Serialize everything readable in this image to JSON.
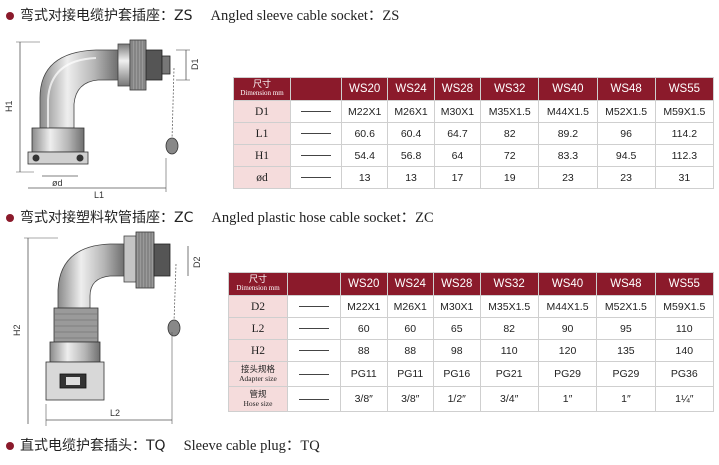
{
  "sections": [
    {
      "zh": "弯式对接电缆护套插座：ZS",
      "en": "Angled sleeve cable socket：ZS"
    },
    {
      "zh": "弯式对接塑料软管插座：ZC",
      "en": "Angled plastic hose cable socket：ZC"
    },
    {
      "zh": "直式电缆护套插头：TQ",
      "en": "Sleeve cable plug：TQ"
    }
  ],
  "drawing1": {
    "labels": {
      "h1": "H1",
      "d1": "D1",
      "phi_d": "ød",
      "l1": "L1"
    }
  },
  "drawing2": {
    "labels": {
      "h2": "H2",
      "d2": "D2",
      "l2": "L2"
    }
  },
  "table1": {
    "corner_zh": "尺寸",
    "corner_en": "Dimension mm",
    "headers": [
      "WS20",
      "WS24",
      "WS28",
      "WS32",
      "WS40",
      "WS48",
      "WS55"
    ],
    "rows": [
      {
        "label": "D1",
        "values": [
          "M22X1",
          "M26X1",
          "M30X1",
          "M35X1.5",
          "M44X1.5",
          "M52X1.5",
          "M59X1.5"
        ]
      },
      {
        "label": "L1",
        "values": [
          "60.6",
          "60.4",
          "64.7",
          "82",
          "89.2",
          "96",
          "114.2"
        ]
      },
      {
        "label": "H1",
        "values": [
          "54.4",
          "56.8",
          "64",
          "72",
          "83.3",
          "94.5",
          "112.3"
        ]
      },
      {
        "label": "ød",
        "values": [
          "13",
          "13",
          "17",
          "19",
          "23",
          "23",
          "31"
        ]
      }
    ]
  },
  "table2": {
    "corner_zh": "尺寸",
    "corner_en": "Dimension mm",
    "headers": [
      "WS20",
      "WS24",
      "WS28",
      "WS32",
      "WS40",
      "WS48",
      "WS55"
    ],
    "rows": [
      {
        "label": "D2",
        "values": [
          "M22X1",
          "M26X1",
          "M30X1",
          "M35X1.5",
          "M44X1.5",
          "M52X1.5",
          "M59X1.5"
        ]
      },
      {
        "label": "L2",
        "values": [
          "60",
          "60",
          "65",
          "82",
          "90",
          "95",
          "110"
        ]
      },
      {
        "label": "H2",
        "values": [
          "88",
          "88",
          "98",
          "110",
          "120",
          "135",
          "140"
        ]
      },
      {
        "label_zh": "接头规格",
        "label_en": "Adapter size",
        "values": [
          "PG11",
          "PG11",
          "PG16",
          "PG21",
          "PG29",
          "PG29",
          "PG36"
        ]
      },
      {
        "label_zh": "管规",
        "label_en": "Hose size",
        "values": [
          "3/8″",
          "3/8″",
          "1/2″",
          "3/4″",
          "1″",
          "1″",
          "1¼″"
        ]
      }
    ]
  }
}
